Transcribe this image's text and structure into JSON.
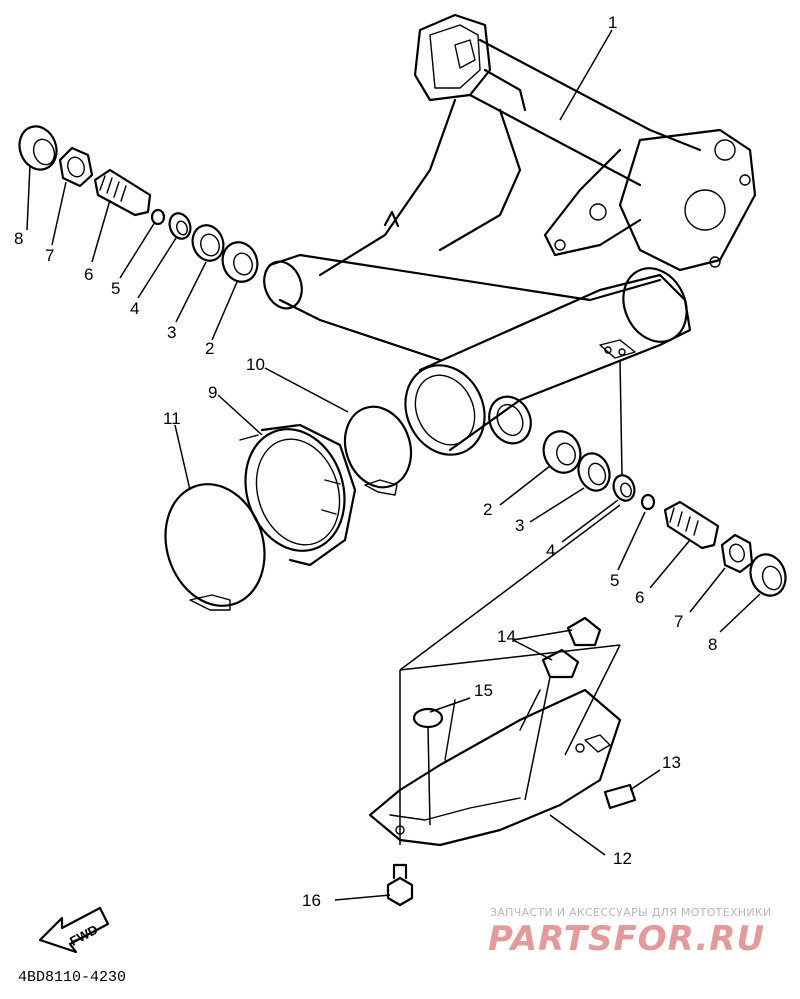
{
  "diagram": {
    "diagram_code": "4BD8110-4230",
    "direction_label": "FWD",
    "parts": [
      {
        "id": "1",
        "label": "1"
      },
      {
        "id": "2",
        "label": "2"
      },
      {
        "id": "3",
        "label": "3"
      },
      {
        "id": "4",
        "label": "4"
      },
      {
        "id": "5",
        "label": "5"
      },
      {
        "id": "6",
        "label": "6"
      },
      {
        "id": "7",
        "label": "7"
      },
      {
        "id": "8",
        "label": "8"
      },
      {
        "id": "9",
        "label": "9"
      },
      {
        "id": "10",
        "label": "10"
      },
      {
        "id": "11",
        "label": "11"
      },
      {
        "id": "12",
        "label": "12"
      },
      {
        "id": "13",
        "label": "13"
      },
      {
        "id": "14",
        "label": "14"
      },
      {
        "id": "15",
        "label": "15"
      },
      {
        "id": "16",
        "label": "16"
      }
    ]
  },
  "watermark": {
    "tagline": "ЗАПЧАСТИ И АКСЕССУАРЫ ДЛЯ МОТОТЕХНИКИ",
    "brand": "PARTSFOR.RU",
    "color": "#e59a9a"
  }
}
